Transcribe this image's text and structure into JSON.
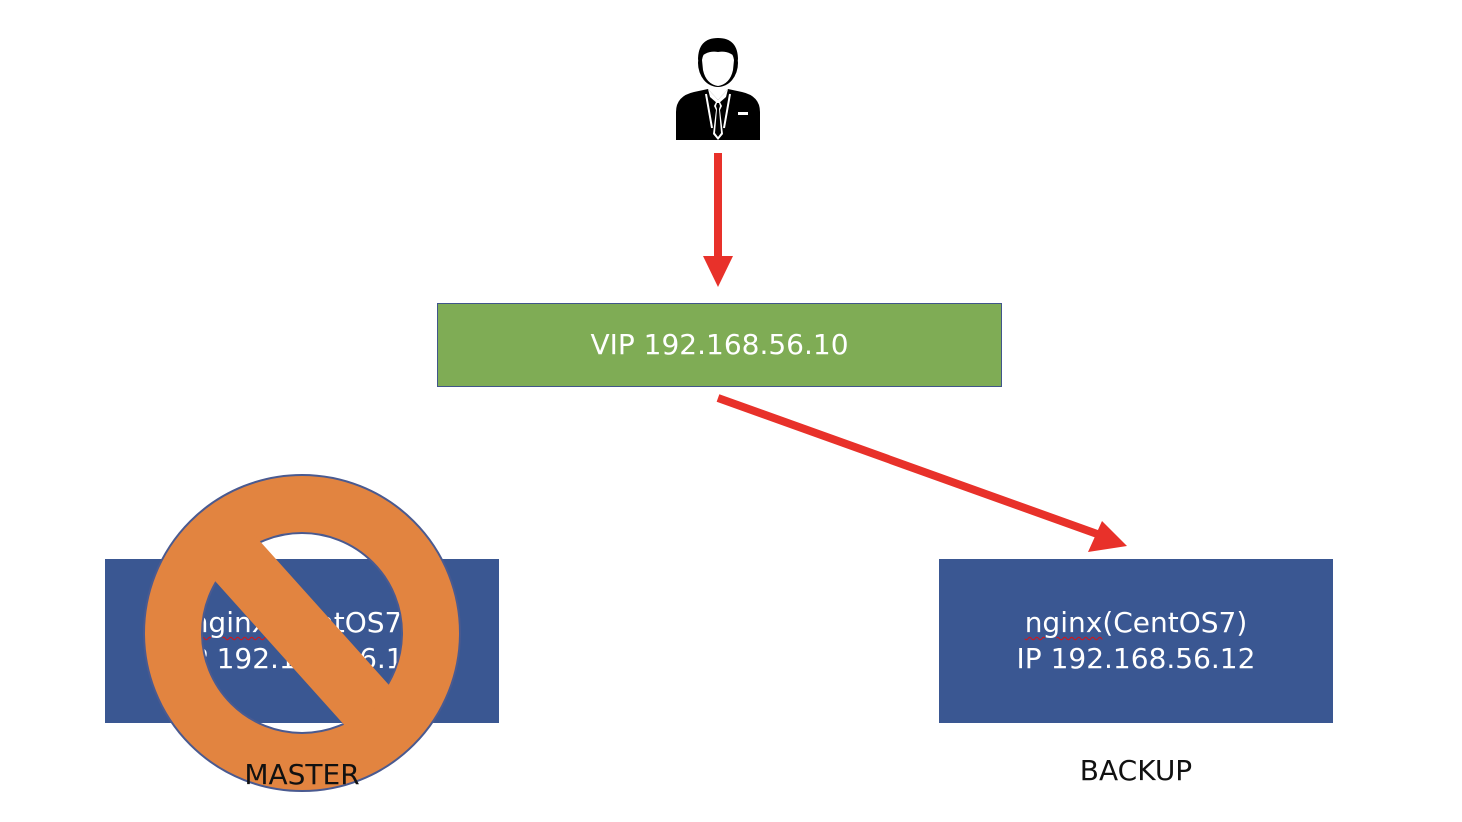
{
  "colors": {
    "arrow": "#e8312a",
    "vip_fill": "#7fac55",
    "vip_border": "#41568a",
    "server_fill": "#3a5792",
    "prohibit": "#e28440",
    "prohibit_border": "#4a5a90",
    "user_icon": "#000000"
  },
  "icons": {
    "user": "businessman-icon",
    "prohibited": "no-entry-icon"
  },
  "vip": {
    "label": "VIP 192.168.56.10"
  },
  "master": {
    "name_prefix": "nginx",
    "name_suffix": "(CentOS7)",
    "ip": "IP 192.168.56.11",
    "role": "MASTER",
    "status": "down"
  },
  "backup": {
    "name_prefix": "nginx",
    "name_suffix": "(CentOS7)",
    "ip": "IP 192.168.56.12",
    "role": "BACKUP"
  }
}
